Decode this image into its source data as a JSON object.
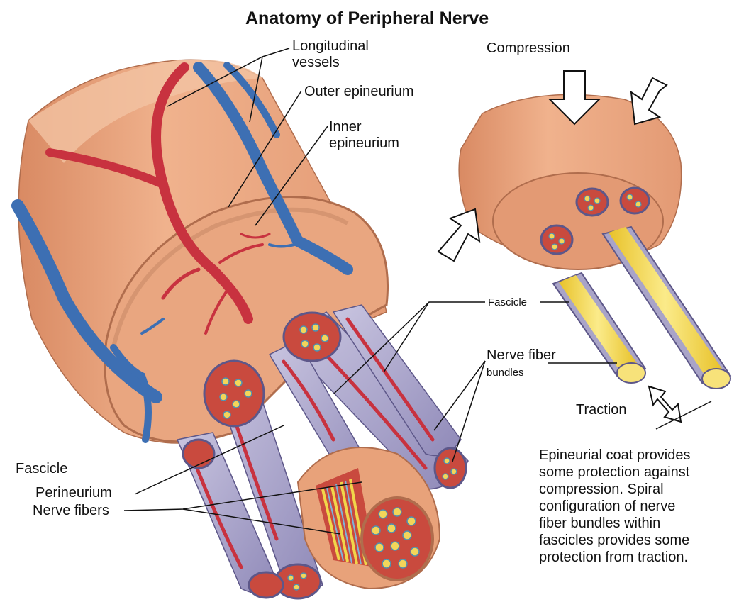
{
  "title": "Anatomy of Peripheral Nerve",
  "labels": {
    "longitudinal_vessels": [
      "Longitudinal",
      "vessels"
    ],
    "outer_epineurium": "Outer epineurium",
    "inner_epineurium": [
      "Inner",
      "epineurium"
    ],
    "compression": "Compression",
    "fascicle_right": "Fascicle",
    "nerve_fiber_bundles": [
      "Nerve fiber",
      "bundles"
    ],
    "traction": "Traction",
    "fascicle_left": "Fascicle",
    "perineurium": "Perineurium",
    "nerve_fibers": "Nerve fibers"
  },
  "caption": [
    "Epineurial coat provides",
    "some protection against",
    "compression. Spiral",
    "configuration of nerve",
    "fiber bundles within",
    "fascicles provides some",
    "protection from traction."
  ],
  "colors": {
    "epineurium": "#e8a27a",
    "epineurium_light": "#f1bc98",
    "epineurium_dark": "#c77a56",
    "artery": "#c8323f",
    "vein": "#3d6fb3",
    "fascicle_sheath": "#a9a4c8",
    "fiber_yellow": "#f1d64a",
    "outline": "#6b3a2a"
  }
}
